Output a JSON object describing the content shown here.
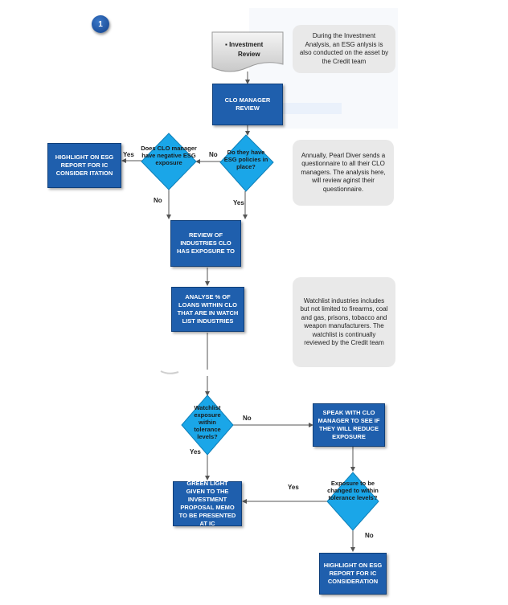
{
  "badge": "1",
  "colors": {
    "box_fill": "#1f5fad",
    "diamond_fill": "#1aa6e8",
    "note_fill": "#e9e9e9",
    "connector": "#555555"
  },
  "doc": {
    "bullet": "▪",
    "line1": "Investment",
    "line2": "Review"
  },
  "notes": {
    "n1": "During the Investment Analysis, an ESG anlysis is also conducted on the asset by the Credit team",
    "n2": "Annually, Pearl Diver sends a questionnaire to all their CLO managers. The analysis here, will review aginst their questionnaire.",
    "n3": "Watchlist industries includes but not limited to firearms, coal and gas, prisons, tobacco and weapon manufacturers. The watchlist is continually reviewed by the Credit team"
  },
  "boxes": {
    "clo_review": "CLO Manager review",
    "highlight_top": "Highlight on ESG Report for IC consider itation",
    "industries": "Review of industries CLO has exposure to",
    "analyse": "Analyse % of loans within CLO that are in Watch list industries",
    "speak": "Speak with CLO manager to see if they will reduce exposure",
    "green_light": "Green light given to the Investment proposal memo to be presented at IC",
    "highlight_bottom": "Highlight on ESG Report for IC consideration"
  },
  "diamonds": {
    "esg_policies": "Do they have ESG policies in place?",
    "negative_esg": "Does CLO manager have negative ESG exposure",
    "watchlist": "Watchlist exposure within tolerance levels?",
    "exposure_change": "Exposure to be changed to within tolerance levels?"
  },
  "edges": {
    "no1": "No",
    "yes1": "Yes",
    "yes2": "Yes",
    "no2": "No",
    "no3": "No",
    "yes3": "Yes",
    "yes4": "Yes",
    "no4": "No"
  }
}
